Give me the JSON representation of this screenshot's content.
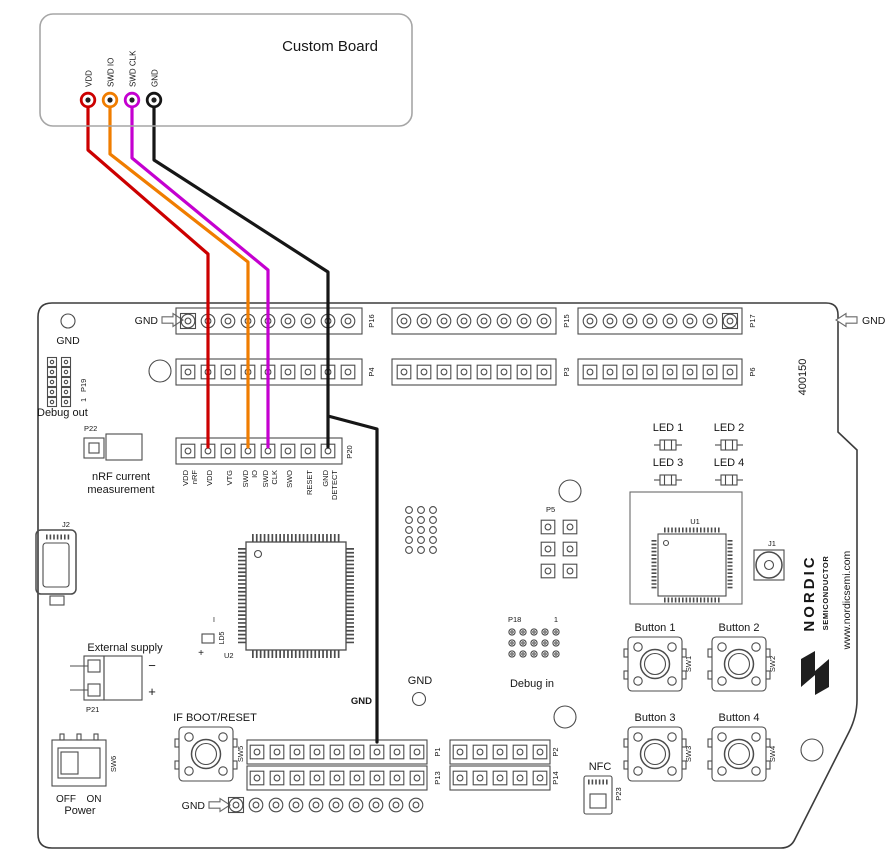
{
  "custom_board": {
    "title": "Custom Board",
    "pins": [
      {
        "label": "VDD",
        "color": "#cc0000"
      },
      {
        "label": "SWD IO",
        "color": "#f07d00"
      },
      {
        "label": "SWD CLK",
        "color": "#c400d0"
      },
      {
        "label": "GND",
        "color": "#161616"
      }
    ]
  },
  "board": {
    "part_number": "400150",
    "branding": {
      "logo": "NORDIC",
      "logo_sub": "SEMICONDUCTOR",
      "url": "www.nordicsemi.com"
    }
  },
  "gnd_markers": {
    "top_left": "GND",
    "top_arrow": "GND",
    "top_right": "GND",
    "bottom": "GND",
    "center": "GND",
    "wire": "GND"
  },
  "headers": {
    "top_outer": [
      "P16",
      "P15",
      "P17"
    ],
    "top_inner": [
      "P4",
      "P3",
      "P6"
    ],
    "bottom_inner": [
      "P1",
      "P2"
    ],
    "bottom_outer": [
      "P13",
      "P14"
    ],
    "p20": {
      "id": "P20",
      "pin_labels": [
        [
          "VDD",
          "nRF"
        ],
        [
          "VDD"
        ],
        [
          "VTG"
        ],
        [
          "SWD",
          "IO"
        ],
        [
          "SWD",
          "CLK"
        ],
        [
          "SWO"
        ],
        [
          "RESET"
        ],
        [
          "GND",
          "DETECT"
        ]
      ]
    }
  },
  "components": {
    "debug_out": {
      "id": "P19",
      "pin1": "1",
      "label": "Debug out"
    },
    "current_measurement": {
      "id": "P22",
      "line1": "nRF current",
      "line2": "measurement"
    },
    "usb": {
      "id": "J2"
    },
    "external_supply": {
      "label": "External supply",
      "id": "P21",
      "minus": "−",
      "plus": "+"
    },
    "power_switch": {
      "id": "SW6",
      "off": "OFF",
      "on": "ON",
      "label": "Power"
    },
    "reset_button": {
      "label": "IF BOOT/RESET",
      "id": "SW5"
    },
    "mcu": {
      "id": "U2"
    },
    "ld5": {
      "id": "LD5",
      "plus": "+",
      "pin1": "I"
    },
    "p5": {
      "id": "P5"
    },
    "debug_in": {
      "id": "P18",
      "pin1": "1",
      "label": "Debug in"
    },
    "leds": [
      "LED 1",
      "LED 2",
      "LED 3",
      "LED 4"
    ],
    "radio": {
      "id": "U1"
    },
    "antenna": {
      "id": "J1"
    },
    "buttons": [
      {
        "label": "Button 1",
        "id": "SW1"
      },
      {
        "label": "Button 2",
        "id": "SW2"
      },
      {
        "label": "Button 3",
        "id": "SW3"
      },
      {
        "label": "Button 4",
        "id": "SW4"
      }
    ],
    "nfc": {
      "label": "NFC",
      "id": "P23"
    }
  }
}
